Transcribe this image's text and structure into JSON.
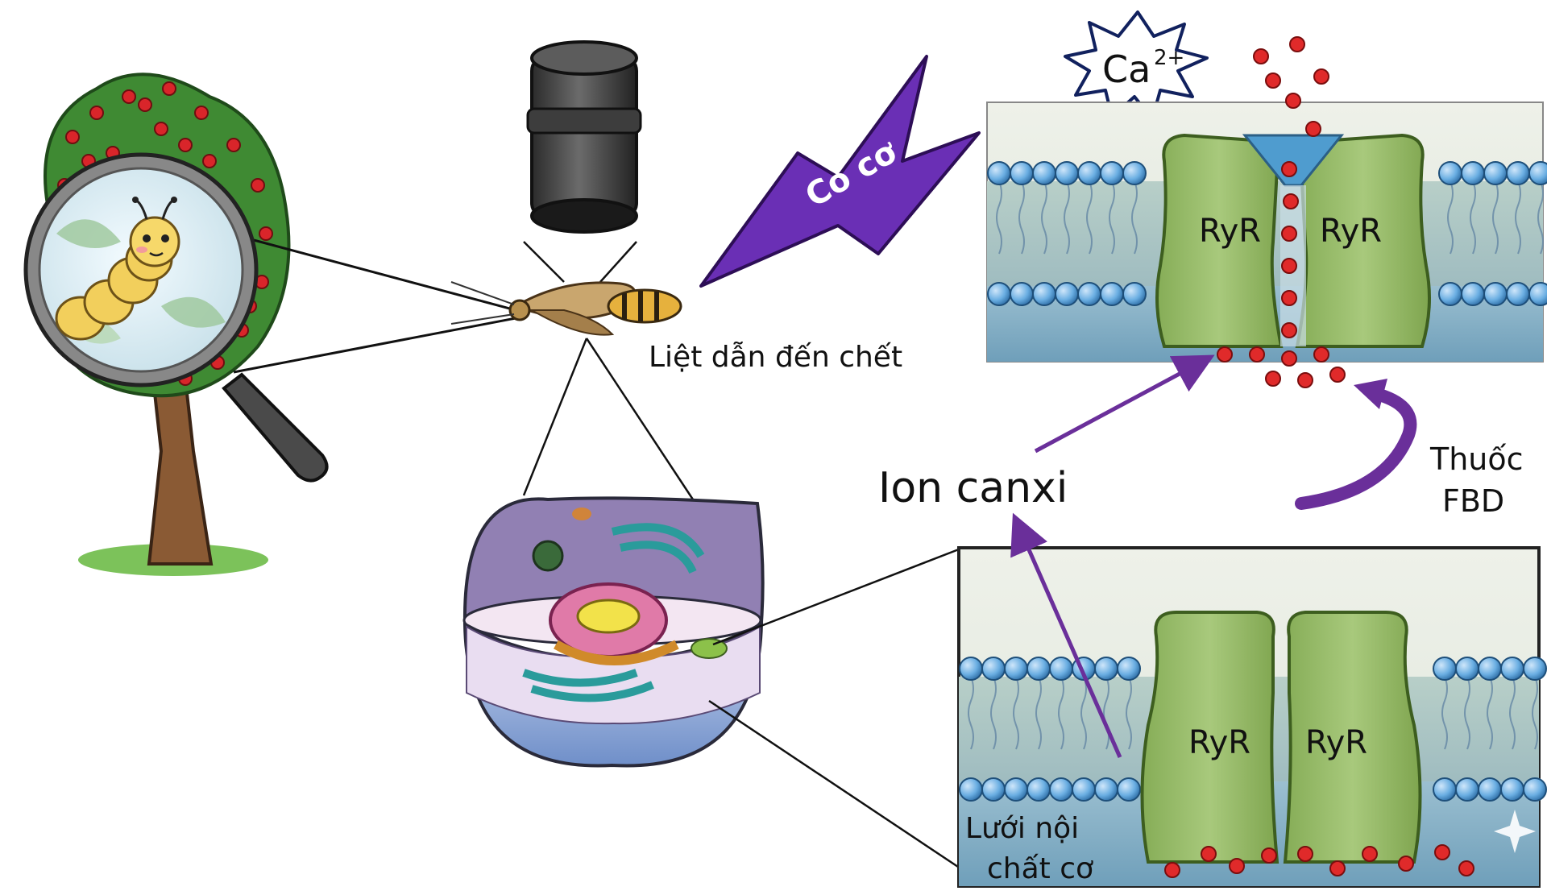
{
  "labels": {
    "ca_ion": "Ca",
    "ca_charge": "2+",
    "muscle_contraction": "Co cơ",
    "paralysis_death": "Liệt dẫn đến chết",
    "ryr": "RyR",
    "calcium_ion": "Ion canxi",
    "fbd_drug_line1": "Thuốc",
    "fbd_drug_line2": "FBD",
    "er_line1": "Lưới nội",
    "er_line2": "chất cơ"
  },
  "colors": {
    "purple_arrow": "#6a2f9a",
    "ryr_green": "#9bbf6a",
    "lipid_head": "#5ea0d6",
    "ca_dot": "#e02a2a",
    "tree_leaf": "#3f8a33",
    "trunk": "#8a5a34"
  }
}
